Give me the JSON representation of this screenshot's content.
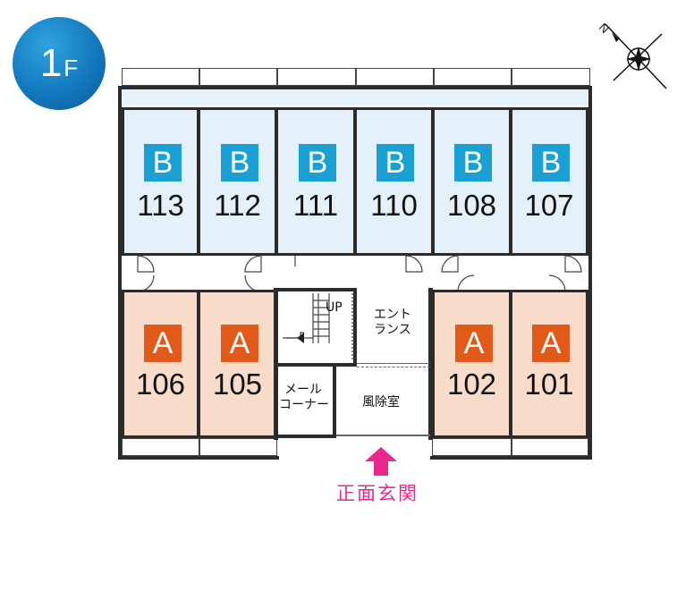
{
  "floor": {
    "number": "1",
    "suffix": "F"
  },
  "compass": {
    "north_label": "N"
  },
  "rooms_top": [
    {
      "type": "B",
      "number": "113"
    },
    {
      "type": "B",
      "number": "112"
    },
    {
      "type": "B",
      "number": "111"
    },
    {
      "type": "B",
      "number": "110"
    },
    {
      "type": "B",
      "number": "108"
    },
    {
      "type": "B",
      "number": "107"
    }
  ],
  "rooms_bottom_left": [
    {
      "type": "A",
      "number": "106"
    },
    {
      "type": "A",
      "number": "105"
    }
  ],
  "rooms_bottom_right": [
    {
      "type": "A",
      "number": "102"
    },
    {
      "type": "A",
      "number": "101"
    }
  ],
  "labels": {
    "up": "UP",
    "entrance_hall_line1": "エント",
    "entrance_hall_line2": "ランス",
    "mail_line1": "メール",
    "mail_line2": "コーナー",
    "windbreak": "風除室",
    "main_entrance": "正面玄関"
  },
  "colors": {
    "type_b": "#1aa0d2",
    "type_a": "#e25a19",
    "room_b_fill": "#e4f1fa",
    "room_a_fill": "#f8dcc9",
    "entrance_arrow": "#e8288a",
    "floor_badge": "#1479bd"
  }
}
